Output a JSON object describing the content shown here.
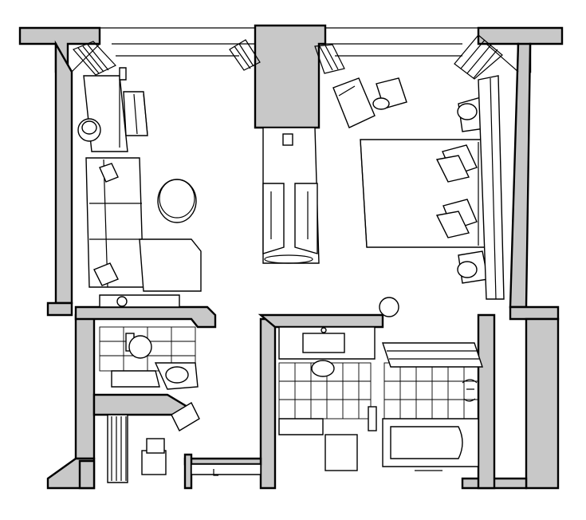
{
  "drawing": {
    "kind": "isometric hotel room floor plan",
    "labels_present": false
  },
  "rooms": [
    {
      "name": "living-area",
      "furniture": [
        "desk",
        "desk-chair",
        "side-table-with-lamp",
        "l-shaped-sofa",
        "round-coffee-table",
        "cushions",
        "storage-bench"
      ]
    },
    {
      "name": "bedroom-area",
      "furniture": [
        "double-bed",
        "pillows",
        "two-nightstands-with-lamps",
        "armchair",
        "ottoman",
        "floor-lamp"
      ]
    },
    {
      "name": "media-column",
      "furniture": [
        "tv-cabinet-with-doors"
      ]
    },
    {
      "name": "wc",
      "furniture": [
        "toilet",
        "corner-sink",
        "tiled-wall"
      ]
    },
    {
      "name": "closet",
      "furniture": [
        "hanging-rods",
        "luggage-stand",
        "folding-shelf"
      ]
    },
    {
      "name": "bathroom",
      "furniture": [
        "vanity-sink",
        "tiled-walls",
        "bathtub-with-fittings",
        "towel-rack",
        "waste-bin",
        "shower-controls"
      ]
    },
    {
      "name": "entry",
      "furniture": [
        "entry-door",
        "door-handle"
      ]
    }
  ],
  "colors": {
    "wall_fill": "#c8c8c8",
    "line": "#000000",
    "background": "#ffffff"
  }
}
